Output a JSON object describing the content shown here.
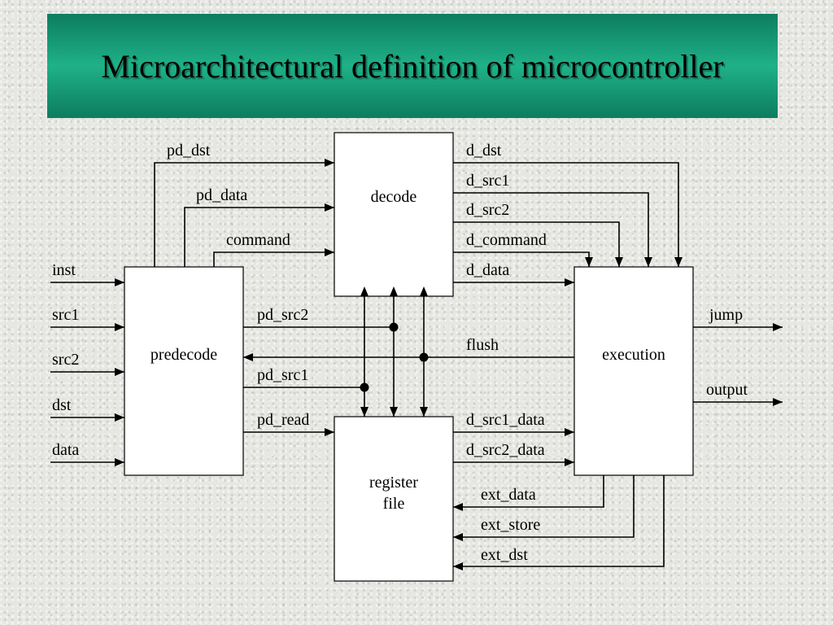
{
  "title": "Microarchitectural definition of microcontroller",
  "blocks": {
    "predecode": "predecode",
    "decode": "decode",
    "execution": "execution",
    "register_file": [
      "register",
      "file"
    ]
  },
  "inputs": [
    "inst",
    "src1",
    "src2",
    "dst",
    "data"
  ],
  "predecode_to_decode": [
    "pd_dst",
    "pd_data",
    "command"
  ],
  "predecode_to_regfile": [
    "pd_src2",
    "pd_src1",
    "pd_read"
  ],
  "flush": "flush",
  "decode_to_execution": [
    "d_dst",
    "d_src1",
    "d_src2",
    "d_command",
    "d_data"
  ],
  "regfile_to_execution": [
    "d_src1_data",
    "d_src2_data"
  ],
  "execution_to_regfile": [
    "ext_data",
    "ext_store",
    "ext_dst"
  ],
  "outputs": [
    "jump",
    "output"
  ]
}
